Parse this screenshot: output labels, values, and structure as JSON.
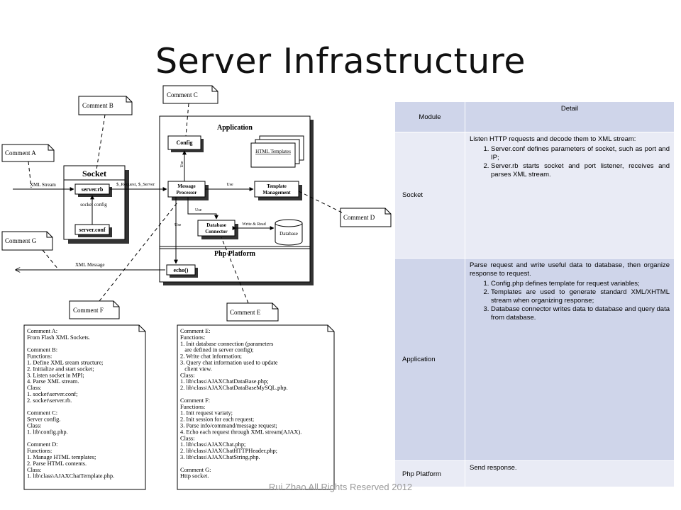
{
  "title": "Server Infrastructure",
  "footer": "Rui Zhao All Rights Reserved 2012",
  "diagram": {
    "comment_a": "Comment A",
    "comment_b": "Comment B",
    "comment_c": "Comment C",
    "comment_d": "Comment D",
    "comment_e": "Comment E",
    "comment_f": "Comment F",
    "comment_g": "Comment G",
    "application": "Application",
    "php_platform": "Php Platform",
    "socket": "Socket",
    "server_rb": "server.rb",
    "socket_config": "socket config",
    "server_conf": "server.conf",
    "config": "Config",
    "html_templates": "HTML Templates",
    "message_processor_1": "Message",
    "message_processor_2": "Processor",
    "template_mgmt_1": "Template",
    "template_mgmt_2": "Management",
    "db_connector_1": "Database",
    "db_connector_2": "Connector",
    "database": "Database",
    "echo": "echo()",
    "xml_stream": "XML Stream",
    "request_server": "$_Request, $_Server",
    "use": "Use",
    "write_read": "Write & Read",
    "xml_message": "XML Message"
  },
  "notes_left": [
    "Comment A:",
    "From Flash XML Sockets.",
    "",
    "Comment B:",
    "Functions:",
    "1. Define XML sream structure;",
    "2. Initialize and start socket;",
    "3. Listen socket in MPI;",
    "4. Parse XML stream.",
    "Class:",
    "1. socket\\server.conf;",
    "2. socket\\server.rb.",
    "",
    "Comment C:",
    "Server config.",
    "Class:",
    "1. lib\\config.php.",
    "",
    "Comment D:",
    "Functions:",
    "1. Manage HTML templates;",
    "2. Parse HTML contents.",
    "Class:",
    "1. lib\\class\\AJAXChatTemplate.php."
  ],
  "notes_right": [
    "Comment E:",
    "Functions:",
    "1. Init database connection (parameters",
    "   are defined in server config);",
    "2. Write chat information;",
    "3. Query chat information used to update",
    "   client view.",
    "Class:",
    "1. lib\\class\\AJAXChatDataBase.php;",
    "2. lib\\class\\AJAXChatDataBaseMySQL.php.",
    "",
    "Comment F:",
    "Functions:",
    "1. Init request variaty;",
    "2. Init session for each request;",
    "3. Parse info/command/message request;",
    "4. Echo each request through XML stream(AJAX).",
    "Class:",
    "1. lib\\class\\AJAXChat.php;",
    "2. lib\\class\\AJAXChatHTTPHeader.php;",
    "3. lib\\class\\AJAXChatString.php.",
    "",
    "Comment G:",
    "Http socket."
  ],
  "table": {
    "header_module": "Module",
    "header_detail": "Detail",
    "rows": [
      {
        "module": "Socket",
        "intro": "Listen HTTP requests and decode them to XML stream:",
        "items": [
          "Server.conf defines parameters of socket, such as port and IP;",
          "Server.rb starts socket and port listener, receives and parses XML stream."
        ]
      },
      {
        "module": "Application",
        "intro": "Parse request and write useful data to database, then organize response to request.",
        "items": [
          "Config.php defines template for request variables;",
          "Templates are used to generate standard XML/XHTML stream when organizing response;",
          "Database connector writes data to database and query data from database."
        ]
      },
      {
        "module": "Php Platform",
        "intro": "Send response.",
        "items": []
      }
    ]
  }
}
